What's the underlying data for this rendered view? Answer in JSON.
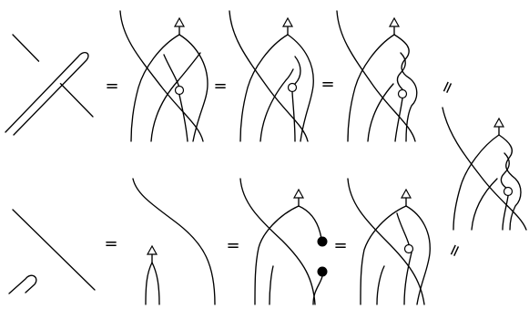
{
  "relations": {
    "top_row": {
      "equals": [
        "=",
        "=",
        "=",
        "="
      ]
    },
    "bottom_row": {
      "equals": [
        "=",
        "=",
        "=",
        "="
      ]
    }
  },
  "node_markers": {
    "triangle": "triangle-vertex",
    "open_circle": "hollow-node",
    "filled_circle": "solid-node"
  }
}
